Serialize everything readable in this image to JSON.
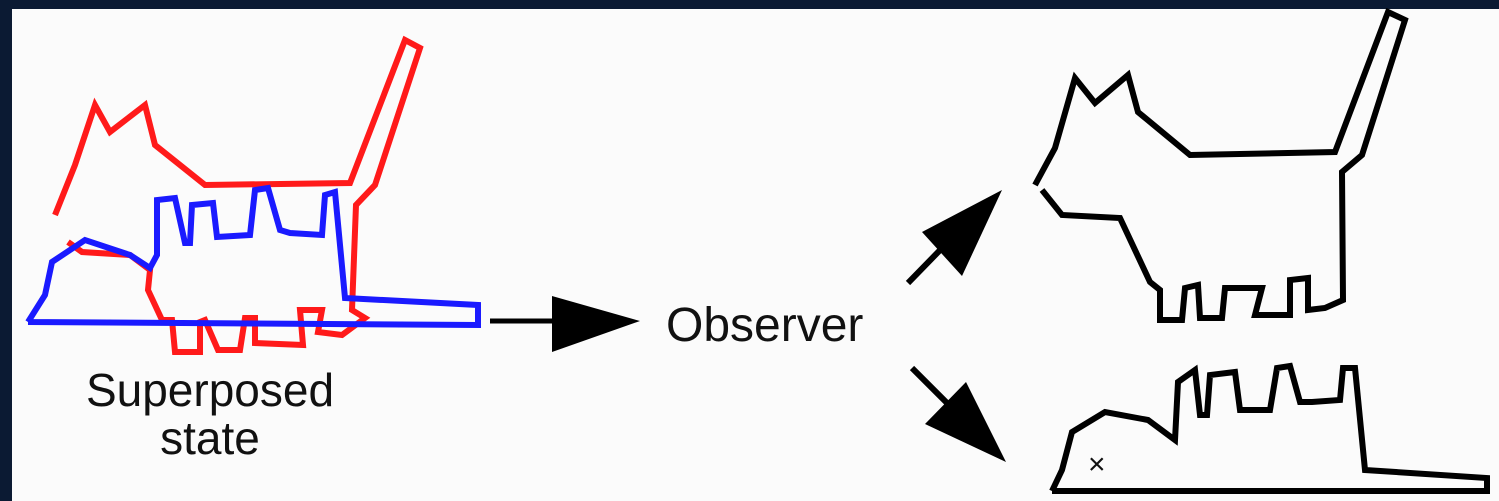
{
  "labels": {
    "superposed_line1": "Superposed",
    "superposed_line2": "state",
    "observer": "Observer",
    "dead_cat_eye": "×"
  },
  "colors": {
    "background_frame": "#0b1a33",
    "panel": "#fbfbfb",
    "alive_cat_superposed": "#ff1a1a",
    "dead_cat_superposed": "#1a1aff",
    "outcome_cats": "#000000",
    "arrows": "#000000"
  },
  "icons": [
    "standing-cat-outline",
    "lying-cat-outline",
    "right-arrow",
    "diagonal-up-arrow",
    "diagonal-down-arrow"
  ]
}
